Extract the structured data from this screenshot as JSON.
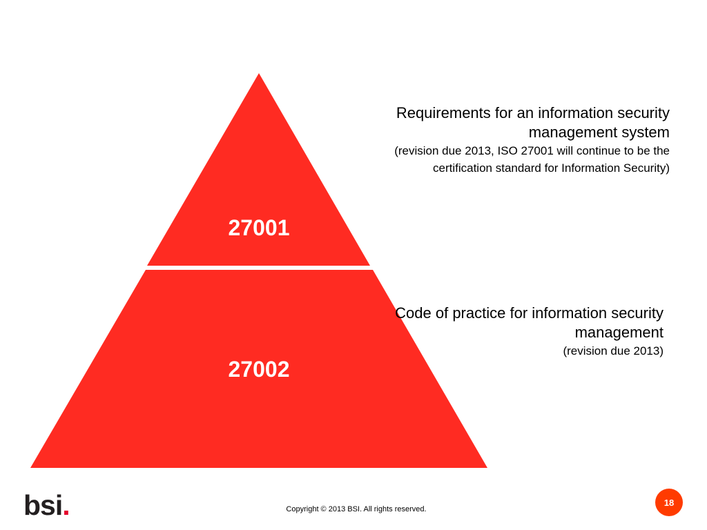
{
  "slide": {
    "tiers": [
      {
        "label": "27001",
        "description_main": "Requirements for an information security management system",
        "description_sub": "(revision due 2013, ISO 27001 will continue to be the certification standard for Information Security)"
      },
      {
        "label": "27002",
        "description_main": "Code of practice for information security management",
        "description_sub": "(revision due 2013)"
      }
    ],
    "pyramid_color": "#ff2b22",
    "divider_color": "#ffffff"
  },
  "footer": {
    "logo_text": "bsi",
    "logo_dot": ".",
    "copyright": "Copyright © 2013 BSI. All rights reserved.",
    "page_number": "18",
    "accent_color": "#ff3b00"
  }
}
